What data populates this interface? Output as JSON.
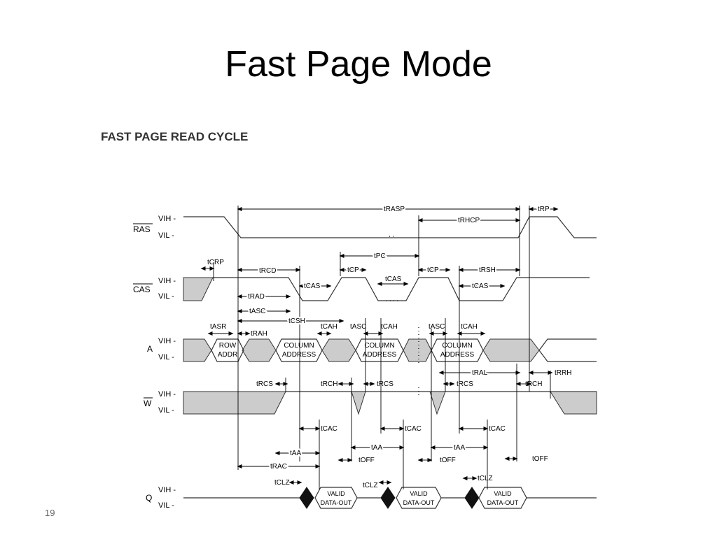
{
  "slide": {
    "title": "Fast Page Mode",
    "page_number": "19"
  },
  "diagram": {
    "title": "FAST PAGE READ CYCLE",
    "signals": {
      "ras": "RAS",
      "cas": "CAS",
      "a": "A",
      "w": "W",
      "q": "Q"
    },
    "levels": {
      "vih": "VIH -",
      "vil": "VIL -"
    },
    "boxes": {
      "row_addr_1": "ROW",
      "row_addr_2": "ADDR",
      "col_addr_1": "COLUMN",
      "col_addr_2": "ADDRESS",
      "valid_1": "VALID",
      "valid_2": "DATA-OUT"
    },
    "timings": {
      "trasp": "tRASP",
      "trp": "tRP",
      "trhcp": "tRHCP",
      "tcrp": "tCRP",
      "trcd": "tRCD",
      "tpc": "tPC",
      "tcp": "tCP",
      "trsh": "tRSH",
      "tcas": "tCAS",
      "trad": "tRAD",
      "tasc": "tASC",
      "tcsh": "tCSH",
      "tasr": "tASR",
      "trah": "tRAH",
      "tcah": "tCAH",
      "tral": "tRAL",
      "trrh": "tRRH",
      "trcs": "tRCS",
      "trch": "tRCH",
      "tcac": "tCAC",
      "taa": "tAA",
      "trac": "tRAC",
      "toff": "tOFF",
      "tclz": "tCLZ"
    }
  }
}
